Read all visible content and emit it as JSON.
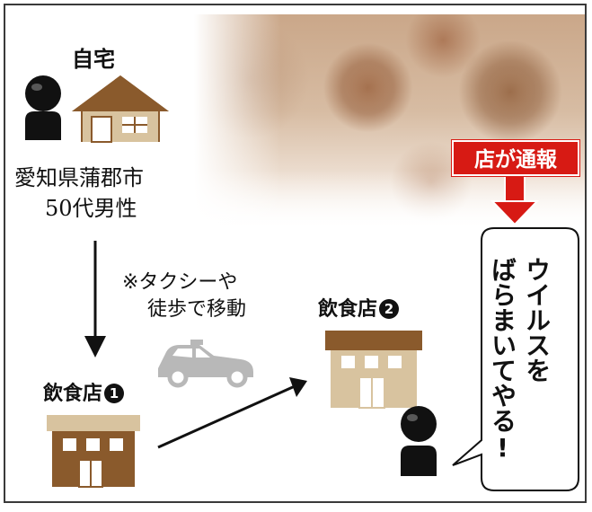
{
  "home": {
    "title": "自宅",
    "location": "愛知県蒲郡市",
    "person": "50代男性"
  },
  "transport_note": {
    "line1": "※タクシーや",
    "line2": "徒歩で移動"
  },
  "shop1": {
    "label": "飲食店",
    "number": "1"
  },
  "shop2": {
    "label": "飲食店",
    "number": "2"
  },
  "report": {
    "label": "店が通報"
  },
  "speech": {
    "line1": "ウイルスを",
    "line2": "ばらまいてやる!"
  },
  "colors": {
    "house": "#8a5a2c",
    "house_roof": "#d8c39f",
    "report_red": "#d71a14",
    "car": "#b8b8b8"
  }
}
